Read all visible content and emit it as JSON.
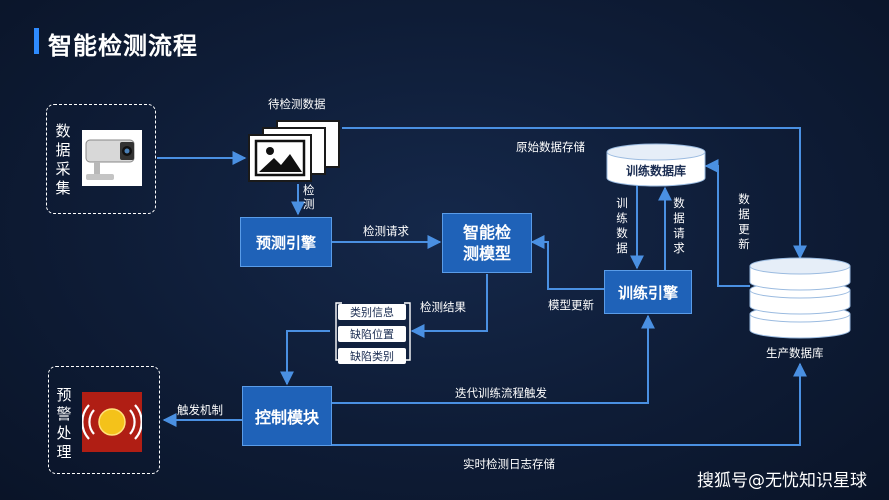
{
  "title": "智能检测流程",
  "nodes": {
    "data_collection": "数据采集",
    "pending_data": "待检测数据",
    "prediction_engine": "预测引擎",
    "detection_model": "智能检测模型",
    "training_engine": "训练引擎",
    "training_db": "训练数据库",
    "production_db": "生产数据库",
    "control_module": "控制模块",
    "alarm_handling": "预警处理"
  },
  "result_tags": [
    "类别信息",
    "缺陷位置",
    "缺陷类别"
  ],
  "edges": {
    "detect": "检测",
    "detect_request": "检测请求",
    "detect_result": "检测结果",
    "raw_storage": "原始数据存储",
    "training_data": "训练数据",
    "data_request": "数据请求",
    "data_update": "数据更新",
    "model_update": "模型更新",
    "iteration_trigger": "迭代训练流程触发",
    "trigger_mechanism": "触发机制",
    "realtime_log": "实时检测日志存储"
  },
  "watermark": "搜狐号@无忧知识星球",
  "colors": {
    "accent": "#2e8bff",
    "box_fill": "#1f62b8",
    "line": "#4a90e2",
    "background": "#0e1c36"
  }
}
